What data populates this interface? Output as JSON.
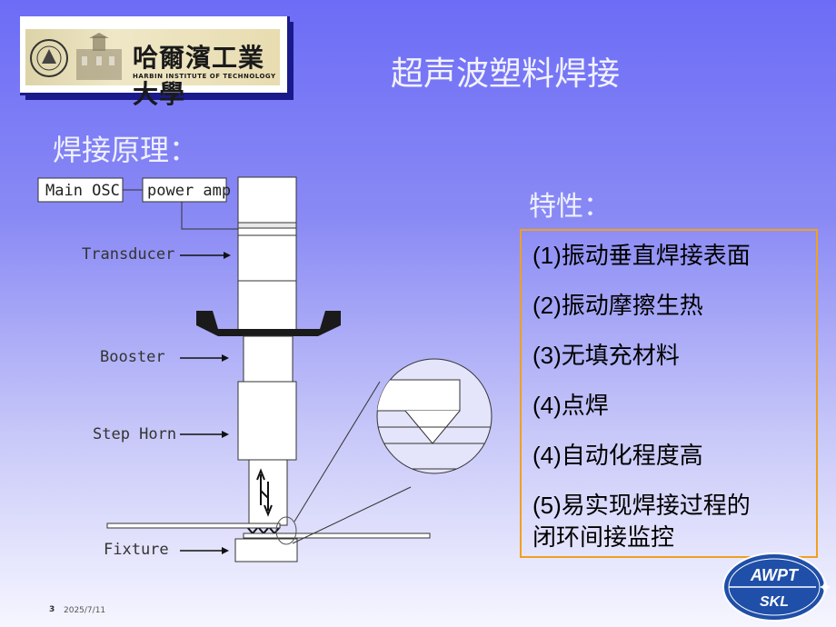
{
  "logo": {
    "name_cn": "哈爾濱工業大學",
    "name_en": "HARBIN INSTITUTE OF TECHNOLOGY"
  },
  "slide": {
    "title": "超声波塑料焊接",
    "section_heading": "焊接原理：",
    "features_heading": "特性："
  },
  "diagram": {
    "main_osc": "Main OSC",
    "power_amp": "power amp",
    "transducer": "Transducer",
    "booster": "Booster",
    "step_horn": "Step Horn",
    "fixture": "Fixture"
  },
  "features": [
    "(1)振动垂直焊接表面",
    "(2)振动摩擦生热",
    "(3)无填充材料",
    "(4)点焊",
    "(4)自动化程度高",
    "(5)易实现焊接过程的",
    "闭环间接监控"
  ],
  "footer": {
    "page_number": "3",
    "date": "2025/7/11"
  },
  "badge": {
    "top_text": "AWPT",
    "bottom_text": "SKL"
  },
  "colors": {
    "background_top": "#6c6cf6",
    "background_bottom": "#f6f6ff",
    "box_border": "#f0a020",
    "badge_blue": "#1f4fa8"
  }
}
